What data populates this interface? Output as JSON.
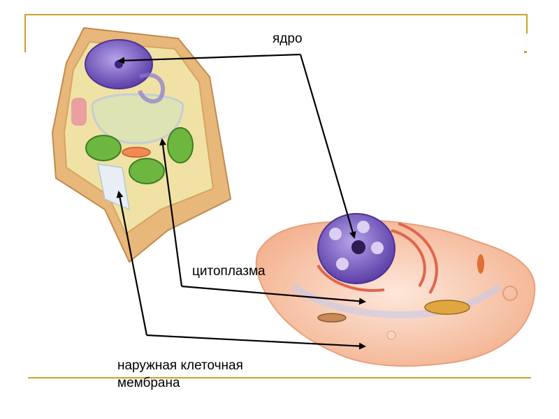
{
  "labels": {
    "nucleus": "ядро",
    "cytoplasm": "цитоплазма",
    "membrane_line1": "наружная клеточная",
    "membrane_line2": "мембрана"
  },
  "colors": {
    "frame": "#c9a22a",
    "plant_wall": "#e8b77a",
    "nucleus": "#7a5cc4",
    "chloroplast": "#6db640",
    "animal_cell": "#f7c4a6",
    "arrow": "#000000"
  }
}
